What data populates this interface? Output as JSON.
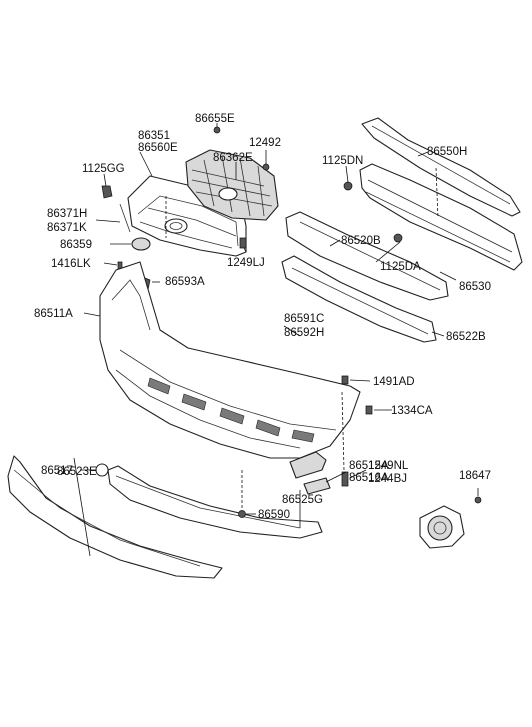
{
  "diagram": {
    "labels": [
      "86655E",
      "86351",
      "86560E",
      "12492",
      "86362E",
      "1125GG",
      "86550H",
      "1125DN",
      "86371H",
      "86371K",
      "86359",
      "1416LK",
      "86593A",
      "1249LJ",
      "86520B",
      "1125DA",
      "86530",
      "86511A",
      "86591C",
      "86592H",
      "86522B",
      "86517",
      "86515A",
      "86516A",
      "1491AD",
      "1334CA",
      "86523E",
      "1249NL",
      "1244BJ",
      "18647",
      "86525G",
      "86590"
    ]
  },
  "colors": {
    "line": "#222222",
    "part_fill": "#ffffff",
    "shade": "#d9d9d9"
  }
}
